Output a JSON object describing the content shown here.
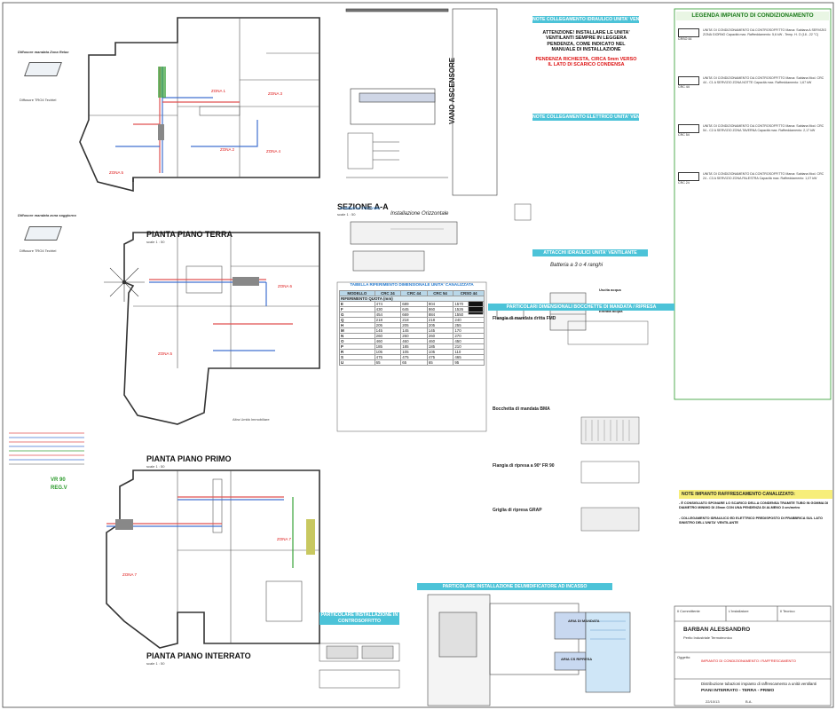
{
  "plans": {
    "terra": {
      "title": "PIANTA PIANO TERRA",
      "scale": "scale 1 : 50"
    },
    "primo": {
      "title": "PIANTA PIANO PRIMO",
      "scale": "scale 1 : 50"
    },
    "interrato": {
      "title": "PIANTA PIANO INTERRATO",
      "scale": "scale 1 : 50"
    }
  },
  "section": {
    "title": "SEZIONE A-A",
    "scale": "scale 1 : 50",
    "vano": "VANO ASCENSORE"
  },
  "diffusore": {
    "zona_relax": "Diffusore mandata Zona Relax",
    "soggiorno": "Diffusore mandata zona soggiorno",
    "tipo1": "Diffusore TRO4 Techtel",
    "tipo2": "Diffusore TRO4 Techtel"
  },
  "zones": [
    "ZONA 1",
    "ZONA 2",
    "ZONA 3",
    "ZONA 4",
    "ZONA 5",
    "ZONA 6",
    "ZONA 7"
  ],
  "notes": {
    "collegamento_idraulico": "NOTE COLLEGAMENTO IDRAULICO UNITA' VENTILANTE",
    "attenzione": "ATTENZIONE! INSTALLARE LE UNITA' VENTILANTI SEMPRE IN LEGGERA PENDENZA, COME INDICATO NEL MANUALE DI INSTALLAZIONE",
    "pendenza": "PENDENZA RICHIESTA, CIRCA 5mm VERSO IL LATO DI SCARICO CONDENSA",
    "collegamento_elettrico": "NOTE COLLEGAMENTO ELETTRICO UNITA' VENTILANTE",
    "raffrescamento": "NOTE IMPIANTO RAFFRESCAMENTO CANALIZZATO:",
    "raffr_1": "- È CONSIGLIATO SPONARE LO SCARICO DELLA CONDENSA TRAMITE TUBO IN GOMMA DI DIAMETRO MINIMO DI 25mm CON UNA PENDENZA DI ALMENO 3 cm/metro",
    "raffr_2": "- COLLEGAMENTO IDRAULICO ED ELETTRICO PREDISPOSTO DI FRABBRICA SUL LATO SINISTRO DELL'UNITA' VENTILANTE"
  },
  "install": {
    "orizzontale": "Installazione Orizzontale",
    "batteria": "Batteria a 3 o 4 ranghi",
    "attacchi": "ATTACCHI IDRAULICI UNITA' VENTILANTE",
    "uscita": "Uscita acqua",
    "entrata": "Entrata acqua",
    "dims": "PARTICOLARI DIMENSIONALI BOCCHETTE DI MANDATA / RIPRESA",
    "deumid": "PARTICOLARE INSTALLAZIONE DEUMIDIFICATORE AD INCASSO",
    "controsoffitto": "PARTICOLARE INSTALLAZIONE IN CONTROSOFFITTO",
    "aria_mandata": "ARIA DI MANDATA",
    "aria_ripresa": "ARIA CS RIPRESA",
    "alta_umidita": "Altra Umità Immobiliare"
  },
  "table_dim": {
    "title": "TABELLA RIFERIMENTO DIMENSIONALE UNITA' CANALIZZATA",
    "headers": [
      "MODELLO",
      "CRC 24",
      "CRC 44",
      "CRC 54",
      "CRSO 44"
    ],
    "subheader": "RIFERIMENTO QUOTA (mm)",
    "rows": [
      [
        "E",
        "474",
        "689",
        "904",
        "1570"
      ],
      [
        "F",
        "430",
        "645",
        "860",
        "1526"
      ],
      [
        "G",
        "454",
        "669",
        "884",
        "1550"
      ],
      [
        "Q",
        "218",
        "218",
        "218",
        "240"
      ],
      [
        "H",
        "205",
        "205",
        "205",
        "255"
      ],
      [
        "M",
        "145",
        "145",
        "145",
        "170"
      ],
      [
        "N",
        "260",
        "260",
        "260",
        "270"
      ],
      [
        "O",
        "460",
        "460",
        "460",
        "450"
      ],
      [
        "P",
        "185",
        "185",
        "185",
        "210"
      ],
      [
        "R",
        "105",
        "105",
        "105",
        "110"
      ],
      [
        "S",
        "475",
        "475",
        "475",
        "465"
      ],
      [
        "U",
        "65",
        "65",
        "65",
        "95"
      ]
    ]
  },
  "bocchette": {
    "fmd": "Flangia di mandata dritta FMD",
    "bma": "Bocchetta di mandata BMA",
    "fr90": "Flangia di ripresa a 90° FR 90",
    "grap": "Griglia di ripresa GRAP"
  },
  "legend": {
    "title": "LEGENDA IMPIANTO DI CONDIZIONAMENTO",
    "items": [
      {
        "code": "CRSO 44",
        "text": "UNITA' DI CONDIZIONAMENTO DA CONTROSOFFITTO Marca: Sabiana A SERVIZIO ZONA GIORNO Capacità max. Raffreddamento: 5,6 kW - Temp. H. O (18 - 22 °C)"
      },
      {
        "code": "CRC 44",
        "text": "UNITA' DI CONDIZIONAMENTO DA CONTROSOFFITTO Marca: Sabiana Mod. CRC 44 - C1 A SERVIZIO ZONA NOTTE Capacità max. Raffreddamento: 1,67 kW"
      },
      {
        "code": "CRC 54",
        "text": "UNITA' DI CONDIZIONAMENTO DA CONTROSOFFITTO Marca: Sabiana Mod. CRC 54 - C2 A SERVIZIO ZONA TAVERNA Capacità max. Raffreddamento: 2,17 kW"
      },
      {
        "code": "CRC 24",
        "text": "UNITA' DI CONDIZIONAMENTO DA CONTROSOFFITTO Marca: Sabiana Mod. CRC 24 - C3 A SERVIZIO ZONA PALESTRA Capacità max. Raffreddamento: 1,07 kW"
      }
    ]
  },
  "titleblock": {
    "committente": "Il Committente",
    "installatore": "L'Installatore",
    "tecnico": "Il Tecnico",
    "company": "BARBAN ALESSANDRO",
    "company_sub": "Perito Industriale Termotecnico",
    "oggetto": "Oggetto:",
    "progetto": "IMPIANTO DI CONDIZIONAMENTO / RAFFRESCAMENTO",
    "descr": "Distribuzione tubazioni impianto di raffrescamento a unità ventilanti",
    "piani": "PIANI INTERRATO - TERRA - PRIMO",
    "date": "22/10/13",
    "rev": "B.A."
  },
  "reg": {
    "vr": "VR 90",
    "regv": "REG.V"
  },
  "colors": {
    "cyan": "#4cc3d8",
    "red": "#dd1111",
    "green": "#2a9a2a",
    "yellow": "#f7ee7a"
  }
}
